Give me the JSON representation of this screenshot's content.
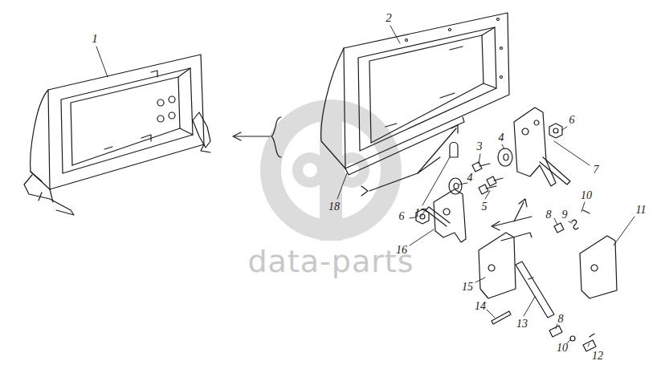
{
  "diagram": {
    "labels": [
      "1",
      "2",
      "18",
      "17",
      "3",
      "4",
      "4",
      "5",
      "6",
      "7",
      "6",
      "16",
      "8",
      "9",
      "10",
      "11",
      "15",
      "14",
      "13",
      "8",
      "10",
      "12",
      "data-parts"
    ]
  }
}
